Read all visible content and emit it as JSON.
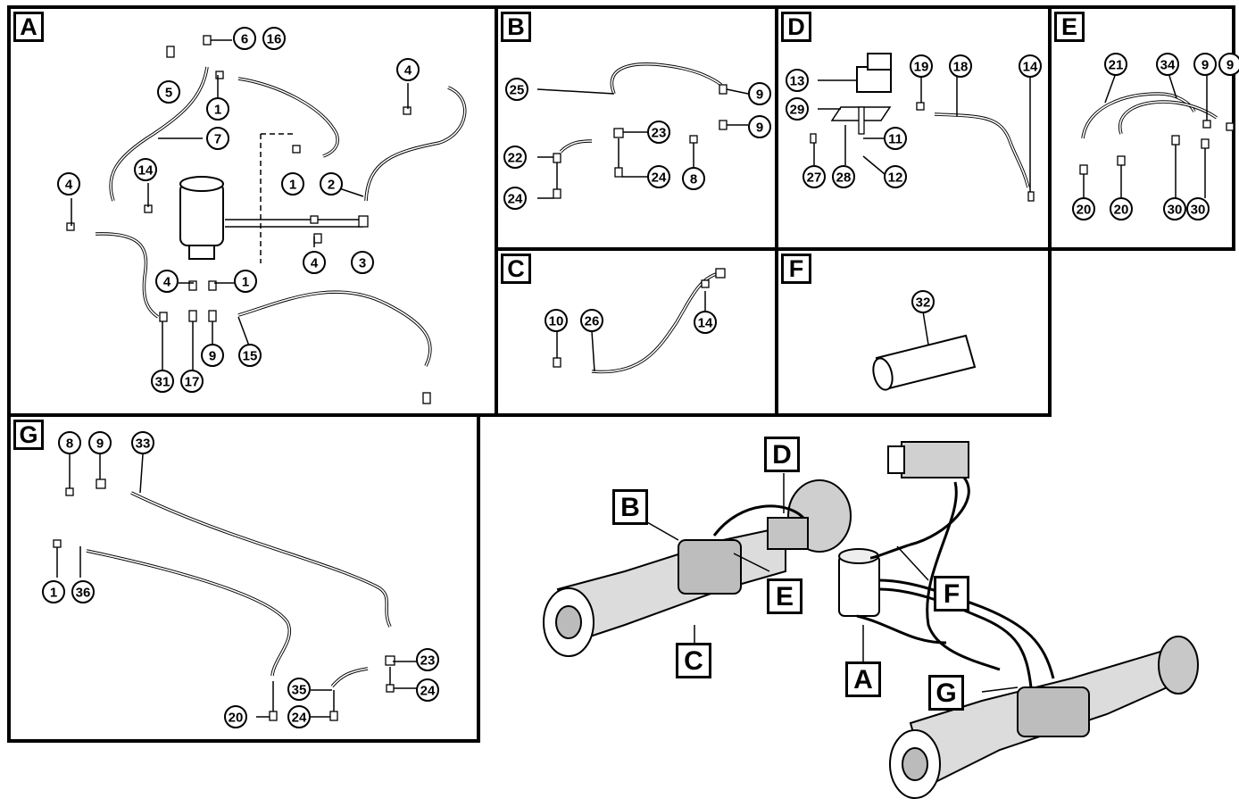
{
  "panels": {
    "A": {
      "letter": "A",
      "callouts": [
        "6",
        "16",
        "5",
        "1",
        "7",
        "4",
        "14",
        "2",
        "1",
        "4",
        "4",
        "3",
        "4",
        "1",
        "31",
        "17",
        "9",
        "15"
      ]
    },
    "B": {
      "letter": "B",
      "callouts": [
        "25",
        "9",
        "23",
        "9",
        "22",
        "24",
        "8",
        "24"
      ]
    },
    "C": {
      "letter": "C",
      "callouts": [
        "10",
        "26",
        "14"
      ]
    },
    "D": {
      "letter": "D",
      "callouts": [
        "13",
        "19",
        "18",
        "14",
        "29",
        "11",
        "27",
        "28",
        "12"
      ]
    },
    "E": {
      "letter": "E",
      "callouts": [
        "21",
        "34",
        "9",
        "9",
        "20",
        "20",
        "30",
        "30"
      ]
    },
    "F": {
      "letter": "F",
      "callouts": [
        "32"
      ]
    },
    "G": {
      "letter": "G",
      "callouts": [
        "8",
        "9",
        "33",
        "1",
        "36",
        "23",
        "35",
        "24",
        "20",
        "24"
      ]
    }
  },
  "overview_labels": [
    "D",
    "B",
    "E",
    "F",
    "C",
    "A",
    "G"
  ],
  "colors": {
    "ink": "#000000",
    "paper": "#ffffff",
    "shade": "#9a9a9a"
  }
}
